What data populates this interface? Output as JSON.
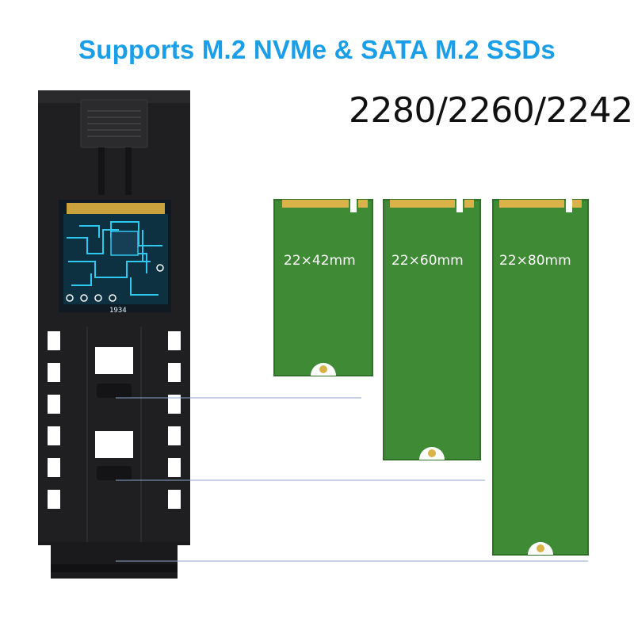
{
  "headline": {
    "text": "Supports M.2 NVMe & SATA M.2 SSDs",
    "color": "#1a9ee8"
  },
  "sizes_text": "2280/2260/2242",
  "enclosure": {
    "chip_marking": "1934",
    "body_color": "#1f1f21",
    "circuit_color": "#2ec8f0"
  },
  "ssd_cards": [
    {
      "label": "22×42mm"
    },
    {
      "label": "22×60mm"
    },
    {
      "label": "22×80mm"
    }
  ],
  "colors": {
    "pcb_green": "#3f8a35",
    "pcb_border": "#2f6f27",
    "gold_contacts": "#d9b24a",
    "guide_line": "#8aa6c8"
  }
}
